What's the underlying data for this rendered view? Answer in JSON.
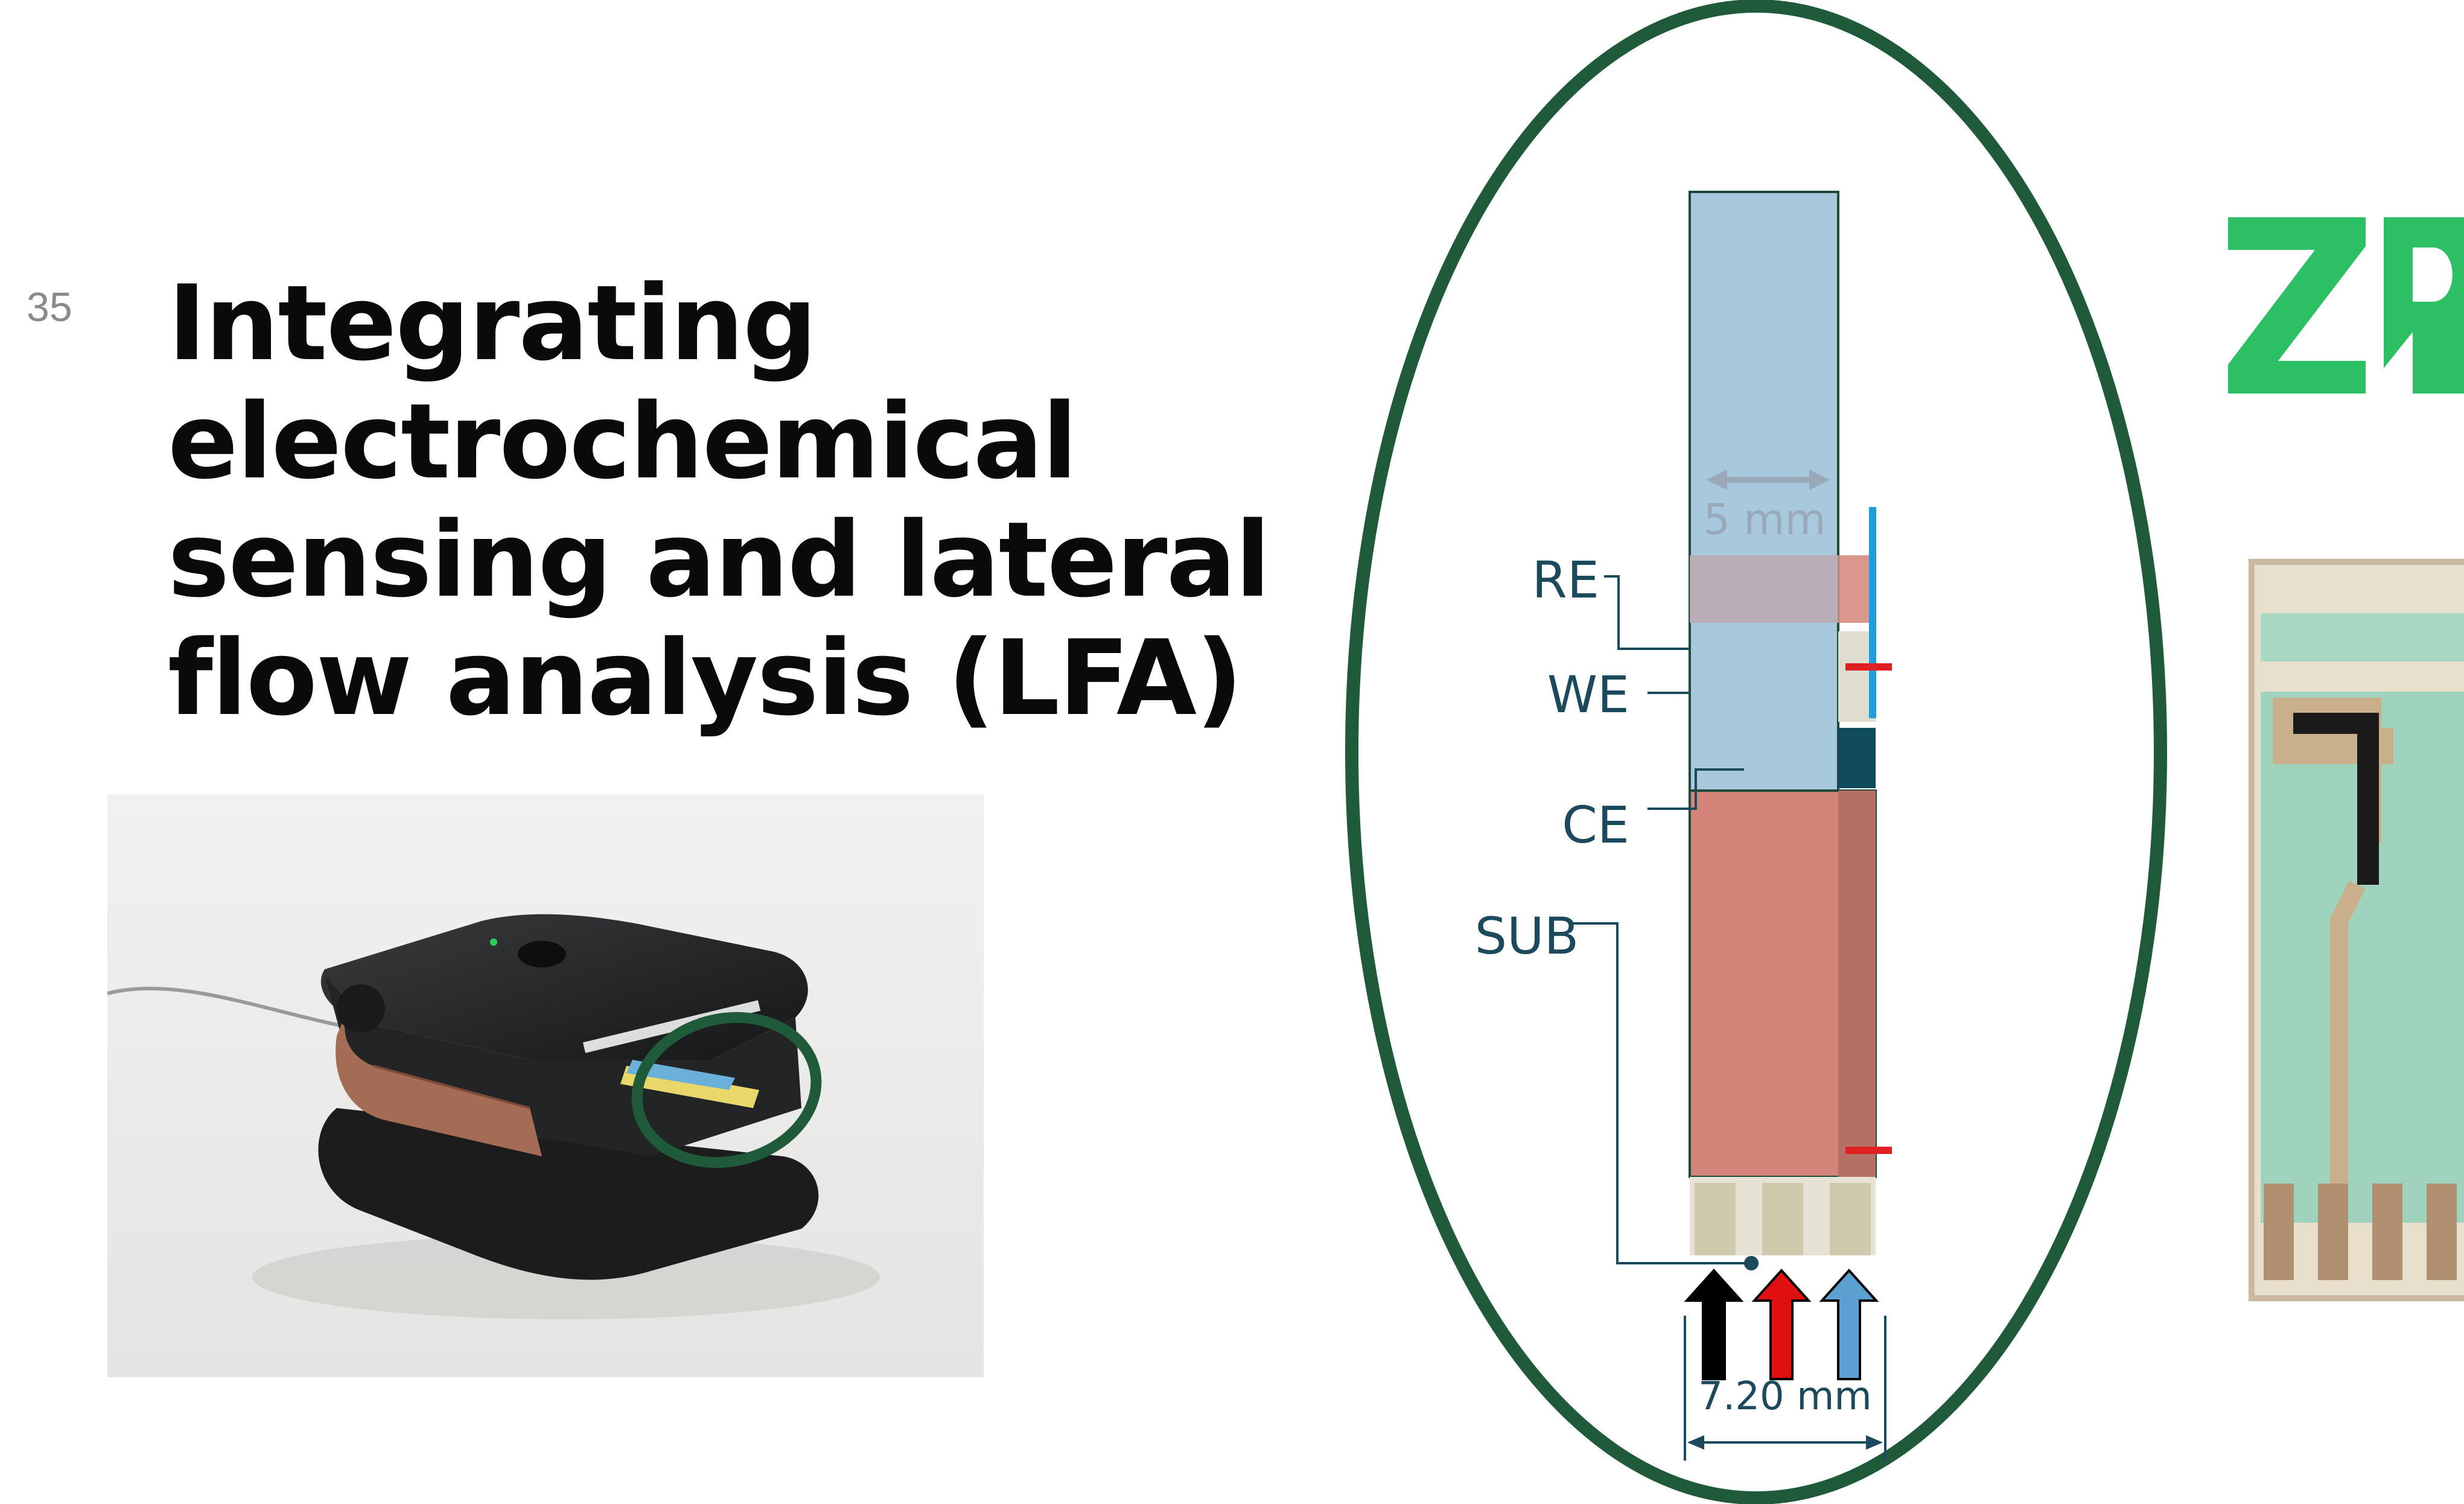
{
  "slide": {
    "number": "35",
    "title": "Integrating electrochemical sensing and lateral flow analysis (LFA)"
  },
  "diagram": {
    "labels": {
      "re": "RE",
      "we": "WE",
      "ce": "CE",
      "sub": "SUB"
    },
    "width_label": "5 mm",
    "base_width_label": "7.20 mm",
    "arrow_colors": [
      "#000000",
      "#e01010",
      "#5ba0d0"
    ]
  },
  "colors": {
    "accent_green": "#1f5a3a",
    "logo_green": "#2dbf64",
    "strip_blue": "#a8c8de",
    "strip_red": "#d3857a"
  }
}
